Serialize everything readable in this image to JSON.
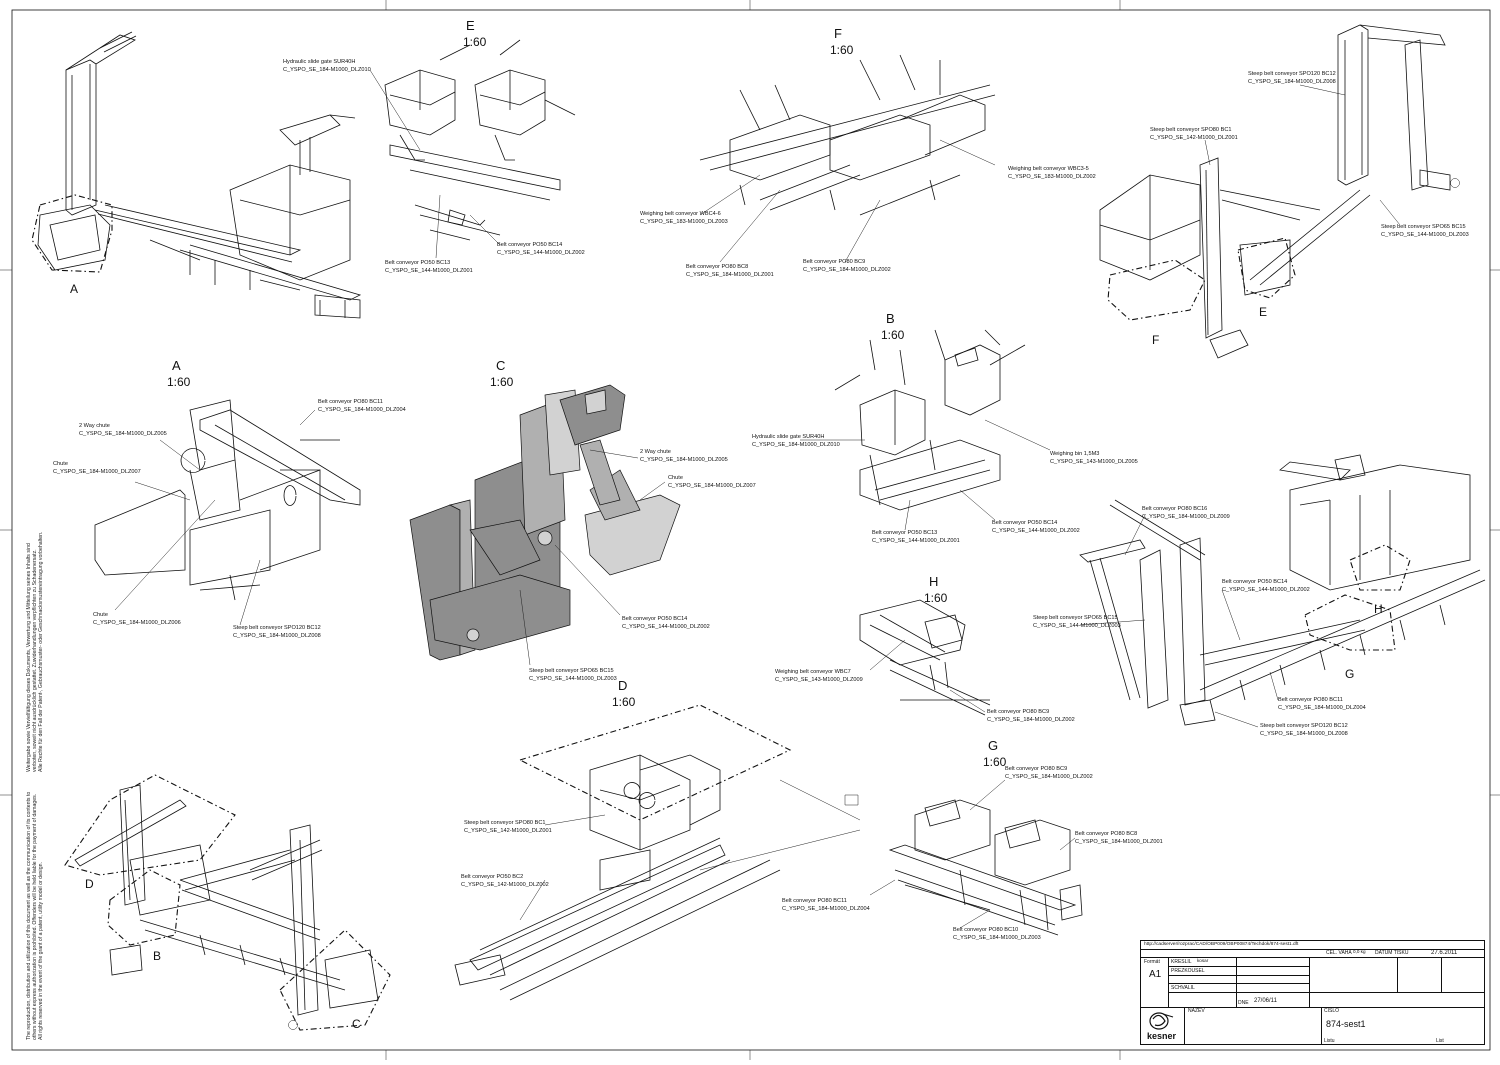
{
  "views": [
    {
      "letter": "E",
      "scale": "1:60"
    },
    {
      "letter": "F",
      "scale": "1:60"
    },
    {
      "letter": "A",
      "scale": "1:60"
    },
    {
      "letter": "C",
      "scale": "1:60"
    },
    {
      "letter": "B",
      "scale": "1:60"
    },
    {
      "letter": "H",
      "scale": "1:60"
    },
    {
      "letter": "D",
      "scale": "1:60"
    },
    {
      "letter": "G",
      "scale": "1:60"
    }
  ],
  "detail_markers": {
    "top_left": [
      "A"
    ],
    "top_right": [
      "F",
      "E"
    ],
    "bottom_left": [
      "D",
      "B",
      "C"
    ],
    "mid_right": [
      "H",
      "G"
    ]
  },
  "labels": {
    "e": [
      {
        "name": "Hydraulic slide gate SUR40H",
        "code": "C_YSPO_SE_184-M1000_DLZ010"
      },
      {
        "name": "Belt conveyor PO50 BC13",
        "code": "C_YSPO_SE_144-M1000_DLZ001"
      },
      {
        "name": "Belt conveyor PO50 BC14",
        "code": "C_YSPO_SE_144-M1000_DLZ002"
      }
    ],
    "f": [
      {
        "name": "Weighing belt conveyor WBC4-6",
        "code": "C_YSPO_SE_183-M1000_DLZ003"
      },
      {
        "name": "Weighing belt conveyor WBC3-5",
        "code": "C_YSPO_SE_183-M1000_DLZ002"
      },
      {
        "name": "Belt conveyor PO80 BC8",
        "code": "C_YSPO_SE_184-M1000_DLZ001"
      },
      {
        "name": "Belt conveyor PO80 BC9",
        "code": "C_YSPO_SE_184-M1000_DLZ002"
      }
    ],
    "overview_tr": [
      {
        "name": "Steep belt conveyor SPO120 BC12",
        "code": "C_YSPO_SE_184-M1000_DLZ008"
      },
      {
        "name": "Steep belt conveyor SPO80 BC1",
        "code": "C_YSPO_SE_142-M1000_DLZ001"
      },
      {
        "name": "Steep belt conveyor SPO65 BC15",
        "code": "C_YSPO_SE_144-M1000_DLZ003"
      }
    ],
    "a": [
      {
        "name": "Belt conveyor PO80 BC11",
        "code": "C_YSPO_SE_184-M1000_DLZ004"
      },
      {
        "name": "2 Way chute",
        "code": "C_YSPO_SE_184-M1000_DLZ005"
      },
      {
        "name": "Chute",
        "code": "C_YSPO_SE_184-M1000_DLZ007"
      },
      {
        "name": "Chute",
        "code": "C_YSPO_SE_184-M1000_DLZ006"
      },
      {
        "name": "Steep belt conveyor SPO120 BC12",
        "code": "C_YSPO_SE_184-M1000_DLZ008"
      }
    ],
    "c": [
      {
        "name": "2 Way chute",
        "code": "C_YSPO_SE_184-M1000_DLZ005"
      },
      {
        "name": "Chute",
        "code": "C_YSPO_SE_184-M1000_DLZ007"
      },
      {
        "name": "Belt conveyor PO50 BC14",
        "code": "C_YSPO_SE_144-M1000_DLZ002"
      },
      {
        "name": "Steep belt conveyor SPO65 BC15",
        "code": "C_YSPO_SE_144-M1000_DLZ003"
      }
    ],
    "b": [
      {
        "name": "Hydraulic slide gate SUR40H",
        "code": "C_YSPO_SE_184-M1000_DLZ010"
      },
      {
        "name": "Weighing bin 1,5M3",
        "code": "C_YSPO_SE_143-M1000_DLZ005"
      },
      {
        "name": "Belt conveyor PO50 BC13",
        "code": "C_YSPO_SE_144-M1000_DLZ001"
      },
      {
        "name": "Belt conveyor PO50 BC14",
        "code": "C_YSPO_SE_144-M1000_DLZ002"
      }
    ],
    "h": [
      {
        "name": "Weighing belt conveyor WBC7",
        "code": "C_YSPO_SE_143-M1000_DLZ009"
      },
      {
        "name": "Belt conveyor PO80 BC9",
        "code": "C_YSPO_SE_184-M1000_DLZ002"
      }
    ],
    "overview_mr": [
      {
        "name": "Belt conveyor PO80 BC16",
        "code": "C_YSPO_SE_184-M1000_DLZ009"
      },
      {
        "name": "Belt conveyor PO50 BC14",
        "code": "C_YSPO_SE_144-M1000_DLZ002"
      },
      {
        "name": "Steep belt conveyor SPO65 BC15",
        "code": "C_YSPO_SE_144-M1000_DLZ003"
      },
      {
        "name": "Belt conveyor PO80 BC11",
        "code": "C_YSPO_SE_184-M1000_DLZ004"
      },
      {
        "name": "Steep belt conveyor SPO120 BC12",
        "code": "C_YSPO_SE_184-M1000_DLZ008"
      }
    ],
    "d": [
      {
        "name": "Steep belt conveyor SPO80 BC1",
        "code": "C_YSPO_SE_142-M1000_DLZ001"
      },
      {
        "name": "Belt conveyor PO50 BC2",
        "code": "C_YSPO_SE_142-M1000_DLZ002"
      }
    ],
    "g": [
      {
        "name": "Belt conveyor PO80 BC9",
        "code": "C_YSPO_SE_184-M1000_DLZ002"
      },
      {
        "name": "Belt conveyor PO80 BC8",
        "code": "C_YSPO_SE_184-M1000_DLZ001"
      },
      {
        "name": "Belt conveyor PO80 BC11",
        "code": "C_YSPO_SE_184-M1000_DLZ004"
      },
      {
        "name": "Belt conveyor PO80 BC10",
        "code": "C_YSPO_SE_184-M1000_DLZ003"
      }
    ]
  },
  "disclaimer": {
    "en": [
      "The reproduction, distribution and utilization of this document as well as the communication of its contents to",
      "others without express authorization is prohibited. Offenders will be held liable for the payment of damages.",
      "All rights reserved in the event of the grant of a patent, utility model or design."
    ],
    "de": [
      "Weitergabe sowie Vervielfältigung dieses Dokuments, Verwertung und Mitteilung seines Inhalts sind",
      "verboten, soweit nicht ausdrücklich gestattet. Zuwiderhandlungen verpflichten zu Schadenersatz.",
      "Alle Rechte für den Fall der Patent-, Gebrauchsmuster- oder Geschmacksmustereintragung vorbehalten."
    ]
  },
  "title_block": {
    "path": "http://cadserver/rozprac/CAD/OBP009/OBP00874/Techdok/874-sest1.dft",
    "weight_label": "CEL. VAHA",
    "weight_value": "0,0 kg",
    "print_date_label": "DATUM TISKU",
    "print_date": "27.6.2011",
    "format_label": "Formát",
    "format_value": "A1",
    "drawn_label": "KRESLIL",
    "drawn_by": "kosar",
    "checked_label": "PREZKOUSEL",
    "approved_label": "SCHVALIL",
    "date_label": "DNE",
    "date_value": "27/06/11",
    "name_label": "NAZEV",
    "number_label": "CISLO",
    "number_value": "874-sest1",
    "sheet_label": "Listu",
    "sheets_label": "List",
    "company": "kesner"
  }
}
